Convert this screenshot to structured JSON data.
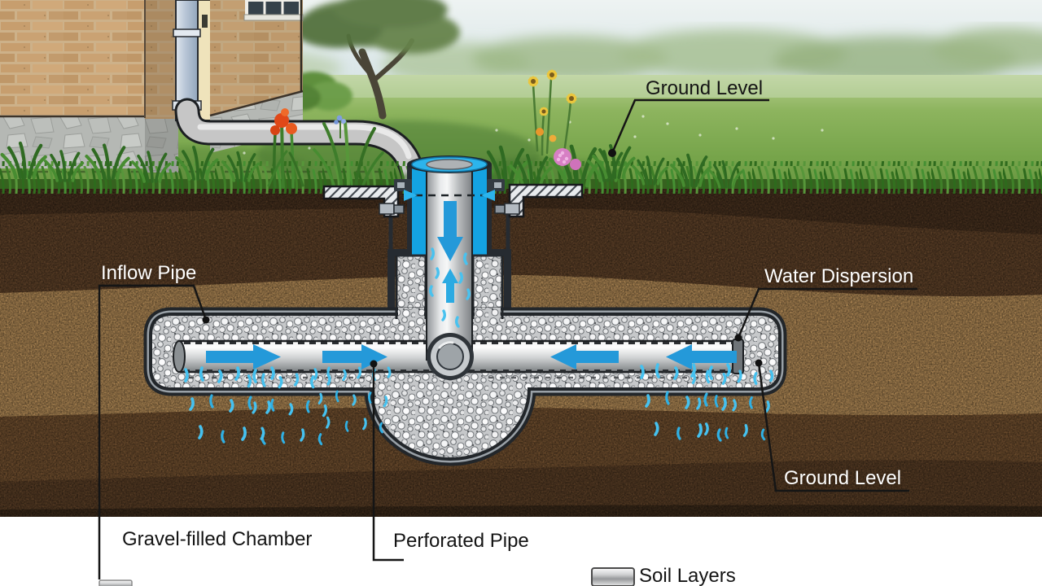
{
  "diagram": {
    "subject": "Residential downspout dry-well drainage cross-section",
    "labels": {
      "ground_level_top": "Ground Level",
      "inflow_pipe": "Inflow Pipe",
      "water_dispersion": "Water Dispersion",
      "ground_level_bottom": "Ground Level",
      "gravel_filled_chamber": "Gravel-filled Chamber",
      "perforated_pipe": "Perforated Pipe"
    },
    "legend": {
      "items": [
        {
          "label": "Soil Layers",
          "swatch": "gray-gradient"
        }
      ]
    },
    "icons": [
      "flow-arrow-right",
      "flow-arrow-left",
      "flow-arrow-down",
      "flow-arrow-up",
      "water-droplet",
      "leader-dot"
    ],
    "colors": {
      "water_blue": "#14a3e2",
      "arrow_blue": "#2499d9",
      "droplet_blue": "#3fc0ef",
      "pipe_gray": "#cfd1d2",
      "gravel_gray": "#c6c8ca",
      "soil_topsoil_dark": "#46301e",
      "soil_brown": "#5e4128",
      "soil_tan": "#ae8754",
      "soil_medium": "#6f4e2e",
      "soil_deep": "#583d25",
      "lawn_green": "#7aa74e",
      "brick_tan": "#c79e6e"
    }
  }
}
